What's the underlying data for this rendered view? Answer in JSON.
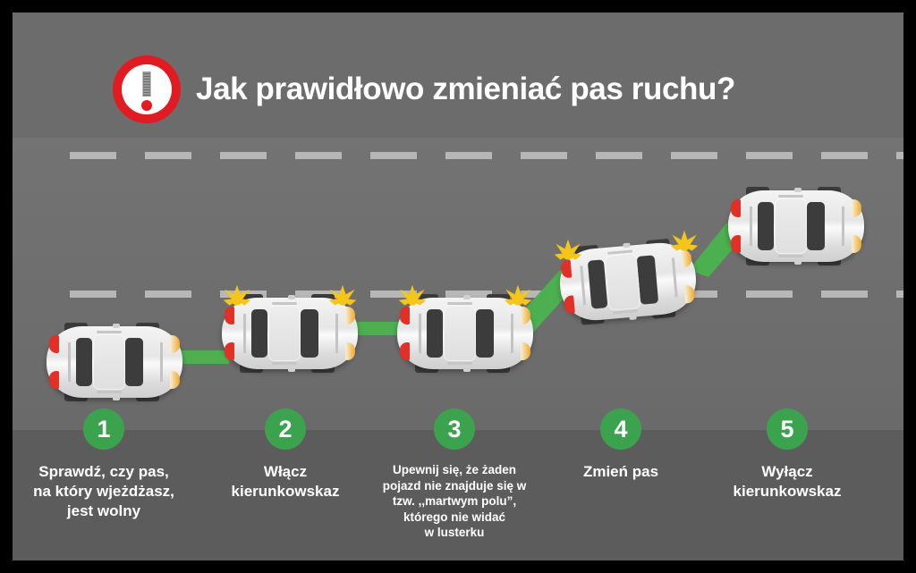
{
  "meta": {
    "background_color": "#6e6e6e",
    "caption_panel_color": "#5c5c5c",
    "border_color": "#000000",
    "accent_green": "#3ba34e",
    "route_green": "#4caf50",
    "warning_red": "#e01b22",
    "blinker_amber": "#f5c518"
  },
  "header": {
    "title": "Jak prawidłowo zmieniać pas ruchu?",
    "icon": "exclamation-warning-icon"
  },
  "road": {
    "lane_line_color": "#b7b7b7",
    "lane_lines": 2,
    "dash_count": 12
  },
  "steps": [
    {
      "number": "1",
      "caption": "Sprawdź, czy pas,\nna który wjeżdżasz,\njest wolny",
      "size": "lg",
      "blinker": "off"
    },
    {
      "number": "2",
      "caption": "Włącz\nkierunkowskaz",
      "size": "lg",
      "blinker": "on"
    },
    {
      "number": "3",
      "caption": "Upewnij się, że żaden\npojazd nie znajduje się w\ntzw. ,,martwym polu”,\nktórego nie widać\nw  lusterku",
      "size": "sm",
      "blinker": "on"
    },
    {
      "number": "4",
      "caption": "Zmień pas",
      "size": "lg",
      "blinker": "on"
    },
    {
      "number": "5",
      "caption": "Wyłącz\nkierunkowskaz",
      "size": "lg",
      "blinker": "off"
    }
  ]
}
